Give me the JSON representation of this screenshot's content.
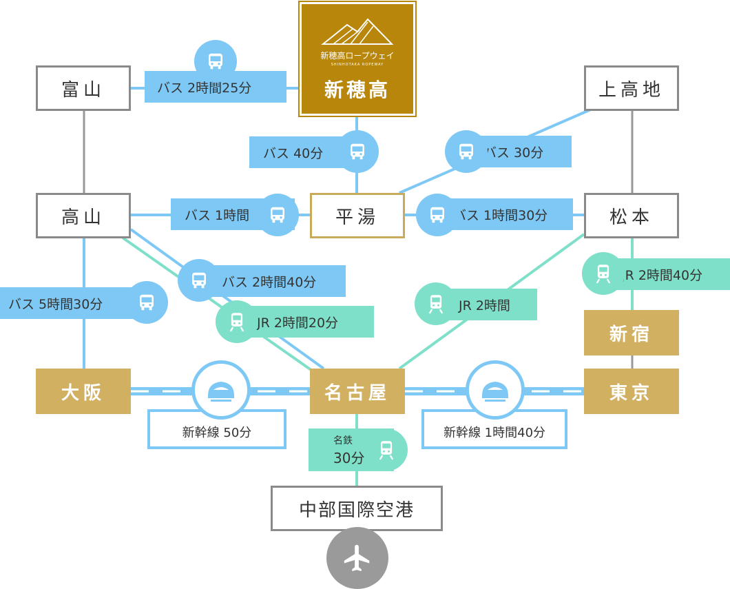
{
  "stations": {
    "toyama": "富山",
    "shinhotaka": "新穂高",
    "kamikochi": "上高地",
    "takayama": "高山",
    "hirayu": "平湯",
    "matsumoto": "松本",
    "shinjuku": "新宿",
    "osaka": "大阪",
    "nagoya": "名古屋",
    "tokyo": "東京",
    "chubu": "中部国際空港"
  },
  "logo": {
    "name": "新穂高ロープウェイ",
    "roman": "SHINHOTAKA ROPEWAY"
  },
  "routes": {
    "toyama_shinhotaka": "バス 2時間25分",
    "shinhotaka_hirayu": "バス 40分",
    "hirayu_kamikochi": "バス 30分",
    "takayama_hirayu": "バス 1時間",
    "hirayu_matsumoto": "バス 1時間30分",
    "matsumoto_shinjuku": "JR 2時間40分",
    "takayama_nagoya_bus": "バス 2時間40分",
    "takayama_nagoya_jr": "JR 2時間20分",
    "matsumoto_nagoya": "JR 2時間",
    "takayama_osaka": "バス 5時間30分",
    "osaka_nagoya": "新幹線 50分",
    "nagoya_tokyo": "新幹線 1時間40分",
    "meitetsu_name": "名鉄",
    "meitetsu_time": "30分"
  },
  "icons": {
    "bus": "bus-icon",
    "train": "train-icon",
    "shinkansen": "shinkansen-icon",
    "airplane": "airplane-icon"
  },
  "colors": {
    "bus": "#7ec8f5",
    "jr": "#7ee0c8",
    "gold": "#d1b062",
    "ropeway": "#b8860b",
    "gray": "#8a8a8a"
  }
}
